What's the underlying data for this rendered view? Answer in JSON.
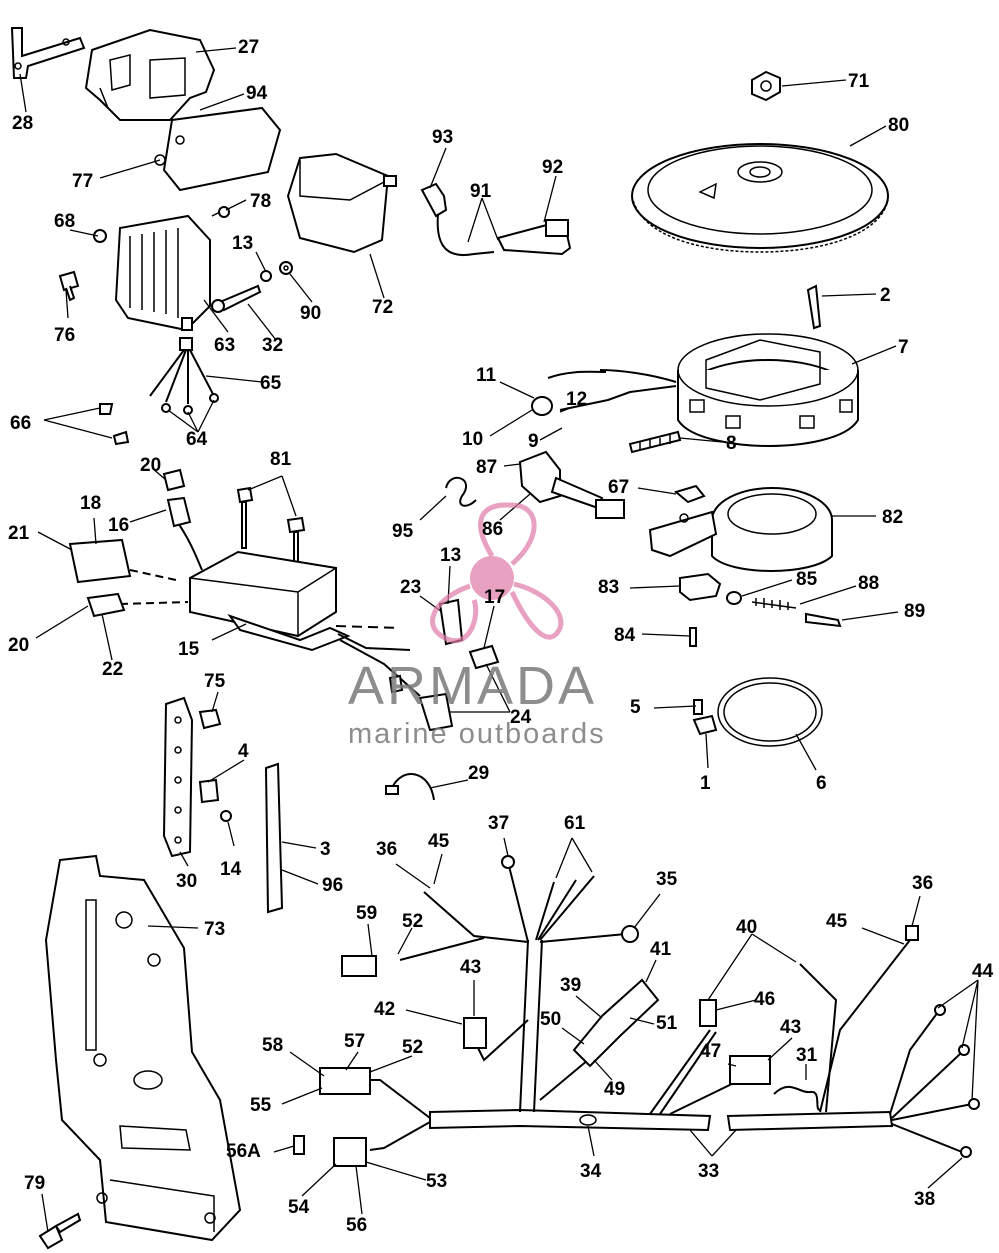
{
  "watermark": {
    "brand": "ARMADA",
    "subtitle": "marine outboards",
    "color": "#e07aa8"
  },
  "callouts": {
    "c27": "27",
    "c28": "28",
    "c94": "94",
    "c77": "77",
    "c78": "78",
    "c93": "93",
    "c92": "92",
    "c91": "91",
    "c71": "71",
    "c80": "80",
    "c68": "68",
    "c13a": "13",
    "c76": "76",
    "c90": "90",
    "c72": "72",
    "c63": "63",
    "c32": "32",
    "c2": "2",
    "c7": "7",
    "c65": "65",
    "c66": "66",
    "c64": "64",
    "c11": "11",
    "c12": "12",
    "c10": "10",
    "c9": "9",
    "c87": "87",
    "c8": "8",
    "c20a": "20",
    "c81": "81",
    "c67": "67",
    "c18": "18",
    "c16": "16",
    "c21": "21",
    "c95": "95",
    "c86": "86",
    "c82": "82",
    "c13b": "13",
    "c23": "23",
    "c17": "17",
    "c83": "83",
    "c85": "85",
    "c88": "88",
    "c89": "89",
    "c20b": "20",
    "c15": "15",
    "c22": "22",
    "c84": "84",
    "c75": "75",
    "c24": "24",
    "c5": "5",
    "c4": "4",
    "c29": "29",
    "c1": "1",
    "c6": "6",
    "c14": "14",
    "c3": "3",
    "c30": "30",
    "c96": "96",
    "c37": "37",
    "c61": "61",
    "c36a": "36",
    "c45a": "45",
    "c35": "35",
    "c36b": "36",
    "c73": "73",
    "c59": "59",
    "c52a": "52",
    "c40": "40",
    "c45b": "45",
    "c41": "41",
    "c43a": "43",
    "c39": "39",
    "c44": "44",
    "c42": "42",
    "c50": "50",
    "c51": "51",
    "c46": "46",
    "c58": "58",
    "c57": "57",
    "c52b": "52",
    "c43b": "43",
    "c55": "55",
    "c49": "49",
    "c47": "47",
    "c31": "31",
    "c56A": "56A",
    "c34": "34",
    "c33": "33",
    "c79": "79",
    "c53": "53",
    "c54": "54",
    "c38": "38",
    "c56": "56"
  }
}
